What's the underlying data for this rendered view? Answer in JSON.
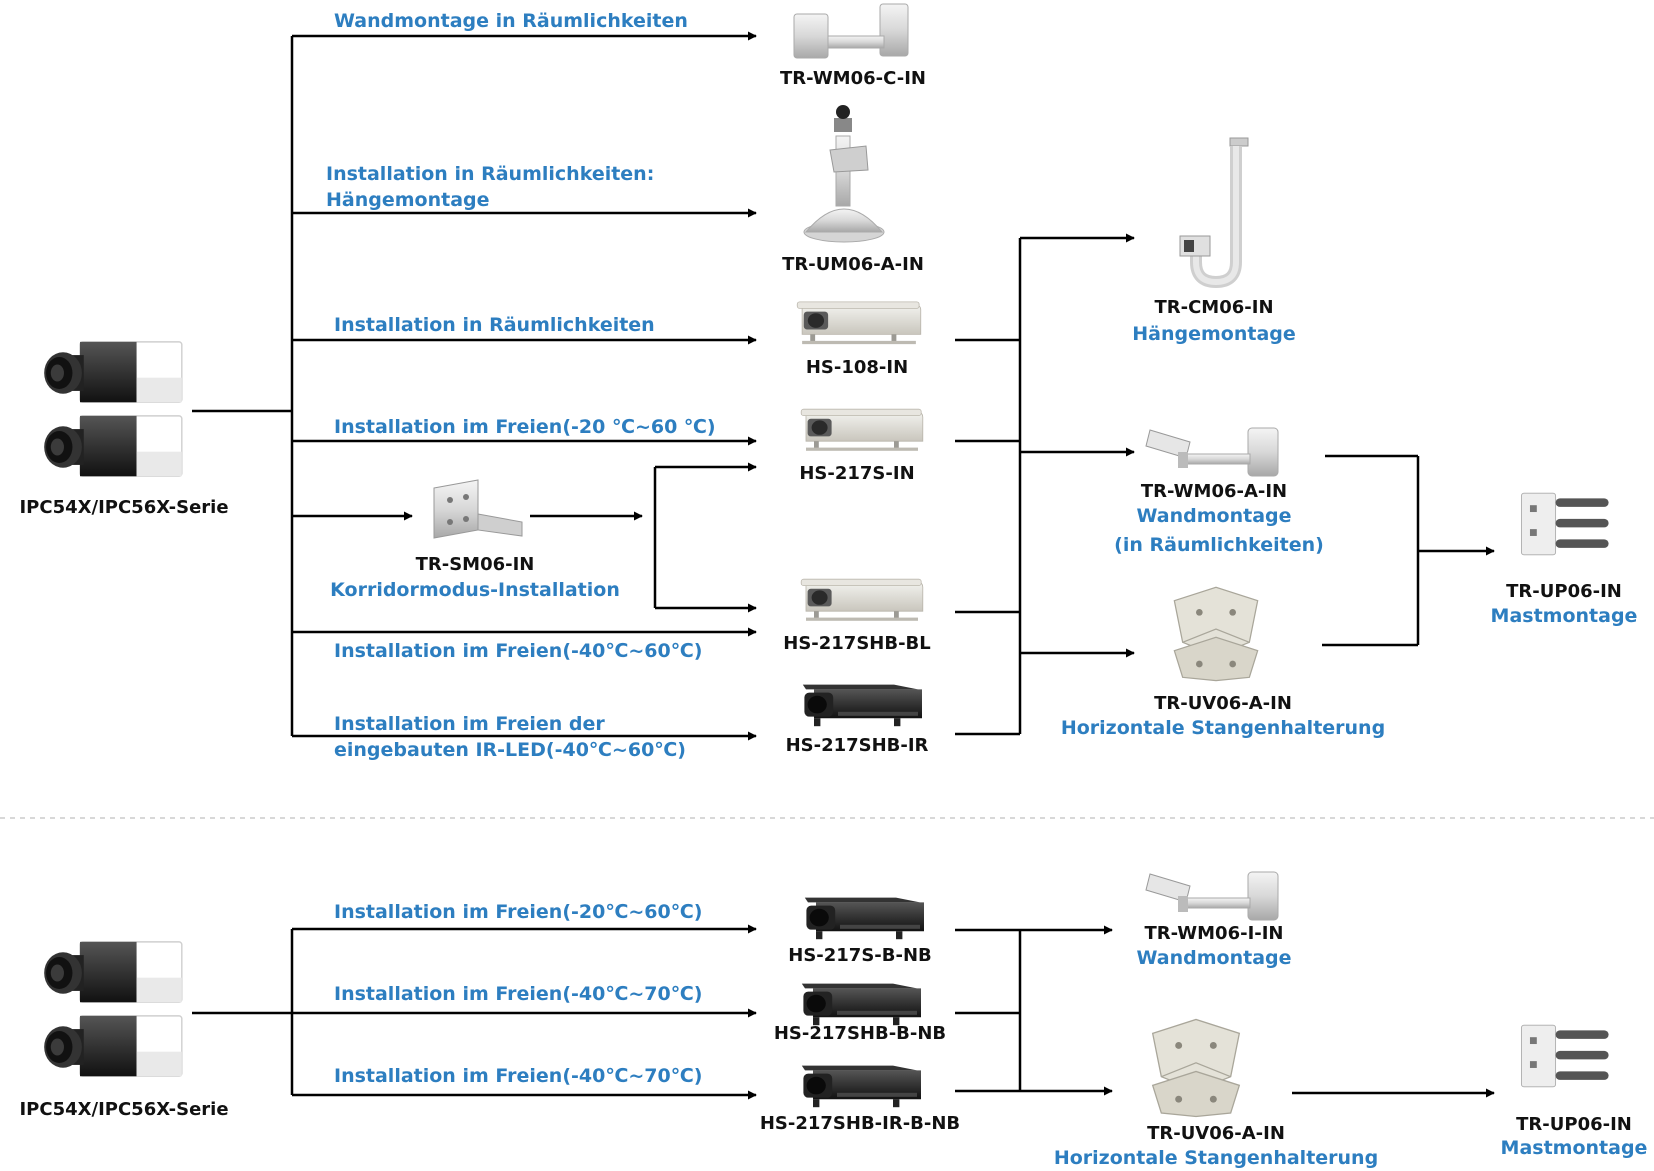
{
  "top": {
    "camera": {
      "label": "IPC54X/IPC56X-Serie",
      "icon": "box-camera-icon"
    },
    "branches": {
      "wall_indoor": "Wandmontage in Räumlichkeiten",
      "ceiling_indoor": "Installation in Räumlichkeiten: Hängemontage",
      "indoor": "Installation in Räumlichkeiten",
      "outdoor_20": "Installation im Freien(-20 ℃~60 ℃)",
      "corridor": "Korridormodus-Installation",
      "outdoor_40": "Installation im Freien(-40℃~60℃)",
      "outdoor_ir": "Installation im Freien der eingebauten IR-LED(-40℃~60℃)"
    },
    "products": {
      "tr_wm06_c": {
        "model": "TR-WM06-C-IN",
        "icon": "wall-bracket-icon"
      },
      "tr_um06_a": {
        "model": "TR-UM06-A-IN",
        "icon": "ceiling-mount-icon"
      },
      "hs_108": {
        "model": "HS-108-IN",
        "icon": "housing-icon"
      },
      "hs_217s": {
        "model": "HS-217S-IN",
        "icon": "housing-icon"
      },
      "tr_sm06": {
        "model": "TR-SM06-IN",
        "icon": "corridor-bracket-icon"
      },
      "hs_217shb_bl": {
        "model": "HS-217SHB-BL",
        "icon": "housing-icon"
      },
      "hs_217shb_ir": {
        "model": "HS-217SHB-IR",
        "icon": "ir-housing-icon"
      },
      "tr_cm06": {
        "model": "TR-CM06-IN",
        "desc": "Hängemontage",
        "icon": "pendant-mount-icon"
      },
      "tr_wm06_a": {
        "model": "TR-WM06-A-IN",
        "desc": "Wandmontage",
        "desc2": "(in Räumlichkeiten)",
        "icon": "wall-mount-icon"
      },
      "tr_uv06_a": {
        "model": "TR-UV06-A-IN",
        "desc": "Horizontale Stangenhalterung",
        "icon": "pole-adapter-icon"
      },
      "tr_up06": {
        "model": "TR-UP06-IN",
        "desc": "Mastmontage",
        "icon": "pole-mount-icon"
      }
    }
  },
  "bottom": {
    "camera": {
      "label": "IPC54X/IPC56X-Serie",
      "icon": "box-camera-icon"
    },
    "branches": {
      "outdoor_20": "Installation im Freien(-20℃~60℃)",
      "outdoor_40a": "Installation im Freien(-40℃~70℃)",
      "outdoor_40b": "Installation im Freien(-40℃~70℃)"
    },
    "products": {
      "hs_217s_b_nb": {
        "model": "HS-217S-B-NB",
        "icon": "housing-icon"
      },
      "hs_217shb_b_nb": {
        "model": "HS-217SHB-B-NB",
        "icon": "housing-icon"
      },
      "hs_217shb_ir_b_nb": {
        "model": "HS-217SHB-IR-B-NB",
        "icon": "ir-housing-icon"
      },
      "tr_wm06_i": {
        "model": "TR-WM06-I-IN",
        "desc": "Wandmontage",
        "icon": "wall-mount-icon"
      },
      "tr_uv06_a": {
        "model": "TR-UV06-A-IN",
        "desc": "Horizontale Stangenhalterung",
        "icon": "pole-adapter-icon"
      },
      "tr_up06": {
        "model": "TR-UP06-IN",
        "desc": "Mastmontage",
        "icon": "pole-mount-icon"
      }
    }
  },
  "colors": {
    "label": "#2d7ec0",
    "model": "#111111",
    "line": "#000000",
    "separator": "#cccccc"
  }
}
